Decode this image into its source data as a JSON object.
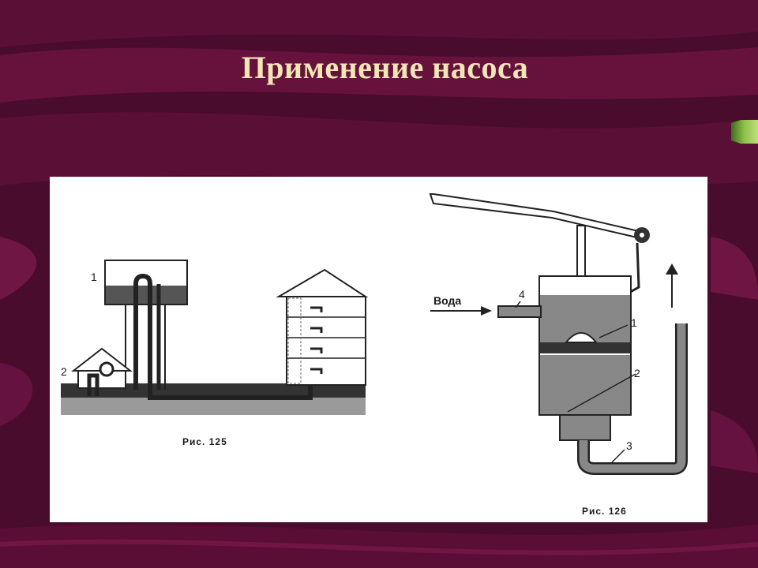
{
  "slide": {
    "title": "Применение насоса",
    "colors": {
      "background": "#4a0c2c",
      "title": "#f3e6b6",
      "accent": "#7fb53a"
    }
  },
  "figure_125": {
    "caption": "Рис. 125",
    "labels": {
      "tower": "1",
      "pump_house": "2"
    }
  },
  "figure_126": {
    "caption": "Рис. 126",
    "inlet_label": "Вода",
    "labels": {
      "piston": "1",
      "valve": "2",
      "pipe": "3",
      "inlet": "4"
    }
  },
  "icons": {
    "nav_tab": "green-tab-icon",
    "arrow": "flow-arrow-icon"
  }
}
